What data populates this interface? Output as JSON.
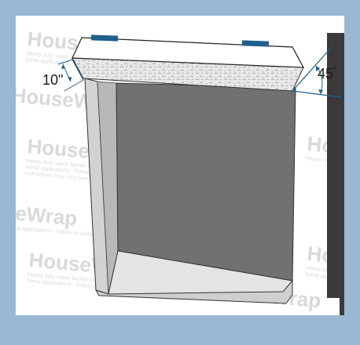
{
  "diagram": {
    "dimension_depth": "10\"",
    "dimension_angle": "45",
    "dimension_angle_unit": "°",
    "colors": {
      "outer_border": "#9ab8d3",
      "panel": "#ffffff",
      "opening_gray": "#717171",
      "dimension_lines": "#1f5f8b",
      "tape": "#1f5f8b"
    }
  },
  "watermark": {
    "brand": "HouseWrap",
    "lines": [
      "Heavy duty vapor barrier for all residential and",
      "home applications - Follow to further application",
      "instructions may vary warranty"
    ]
  }
}
